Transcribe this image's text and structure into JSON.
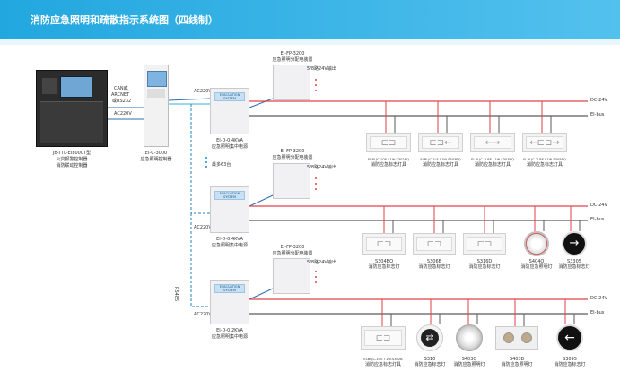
{
  "header": {
    "title": "消防应急照明和疏散指示系统图（四线制）"
  },
  "controller": {
    "model": "JB-TTL-EI8000T型",
    "line2": "火灾报警控制器",
    "line3": "消防联动控制器"
  },
  "link_labels": {
    "can": "CAN或",
    "arcnet": "ARCNET",
    "rs232": "或RS232",
    "ac220_a": "AC220V",
    "ac220_b": "AC220V",
    "ac220_1": "AC220V",
    "ac220_2": "AC220V",
    "ac220_3": "AC220V",
    "rs485": "RS485"
  },
  "lighting_controller": {
    "model": "EI-C-3000",
    "name": "应急照明控制器"
  },
  "centralized_supplies": [
    {
      "model": "EI-D-0.4KVA",
      "name": "应急照明集中电源",
      "screen": "EVACUATION SYSTEM"
    },
    {
      "model": "EI-D-0.4KVA",
      "name": "应急照明集中电源",
      "screen": "EVACUATION SYSTEM"
    },
    {
      "model": "EI-D-0.2KVA",
      "name": "应急照明集中电源",
      "screen": "EVACUATION SYSTEM"
    }
  ],
  "distribution_boxes": [
    {
      "model": "EI-FP-3200",
      "name": "应急照明分配电装置",
      "output": "5/8路24V输出"
    },
    {
      "model": "EI-FP-3200",
      "name": "应急照明分配电装置",
      "output": "5/8路24V输出"
    },
    {
      "model": "EI-FP-3200",
      "name": "应急照明分配电装置",
      "output": "5/8路24V输出"
    }
  ],
  "max_note": "最多63台",
  "bus_labels": {
    "dc24v": "DC-24V",
    "eibus": "EI-bus"
  },
  "row1_devices": [
    {
      "model": "EI-BLJC-1OE I 1W-S302BQ",
      "name": "消防应急标志灯具",
      "glyph": "⊏⊐"
    },
    {
      "model": "EI-BLJC-1LE I 1W-S303BQ",
      "name": "消防应急标志灯具",
      "glyph": "⊏⊐←"
    },
    {
      "model": "EI-BLJC-1LRE I 1W-S303BQ",
      "name": "消防应急标志灯具",
      "glyph": "←→"
    },
    {
      "model": "EI-BLJC-2LRE I 1W-S305BQ",
      "name": "消防应急标志灯具",
      "glyph": "←⊏⊐→"
    }
  ],
  "row2_devices": [
    {
      "model": "S304BQ",
      "name": "消防应急标志灯",
      "glyph": "⊏⊐"
    },
    {
      "model": "S306B",
      "name": "消防应急标志灯",
      "glyph": "⊏⊐"
    },
    {
      "model": "S316D",
      "name": "消防应急标志灯",
      "glyph": "⊏⊐"
    },
    {
      "model": "S404Q",
      "name": "消防应急照明灯",
      "glyph": ""
    },
    {
      "model": "S3305",
      "name": "消防应急标志灯",
      "glyph": "→"
    }
  ],
  "row3_devices": [
    {
      "model": "EI-BLJC-1OE I 1W-S302B",
      "name": "消防应急标志灯具",
      "glyph": "⊏⊐"
    },
    {
      "model": "S310",
      "name": "消防应急标志灯",
      "glyph": "⇄"
    },
    {
      "model": "S403Q",
      "name": "消防应急照明灯",
      "glyph": ""
    },
    {
      "model": "S403B",
      "name": "消防应急照明灯",
      "glyph": ""
    },
    {
      "model": "S3095",
      "name": "消防应急标志灯",
      "glyph": "←"
    }
  ],
  "colors": {
    "header": "#22a7df",
    "dc24v_line": "#e2424b",
    "bus_line": "#5a5a5a",
    "signal_line": "#1e87c7",
    "ac_line": "#2a6fb0"
  }
}
